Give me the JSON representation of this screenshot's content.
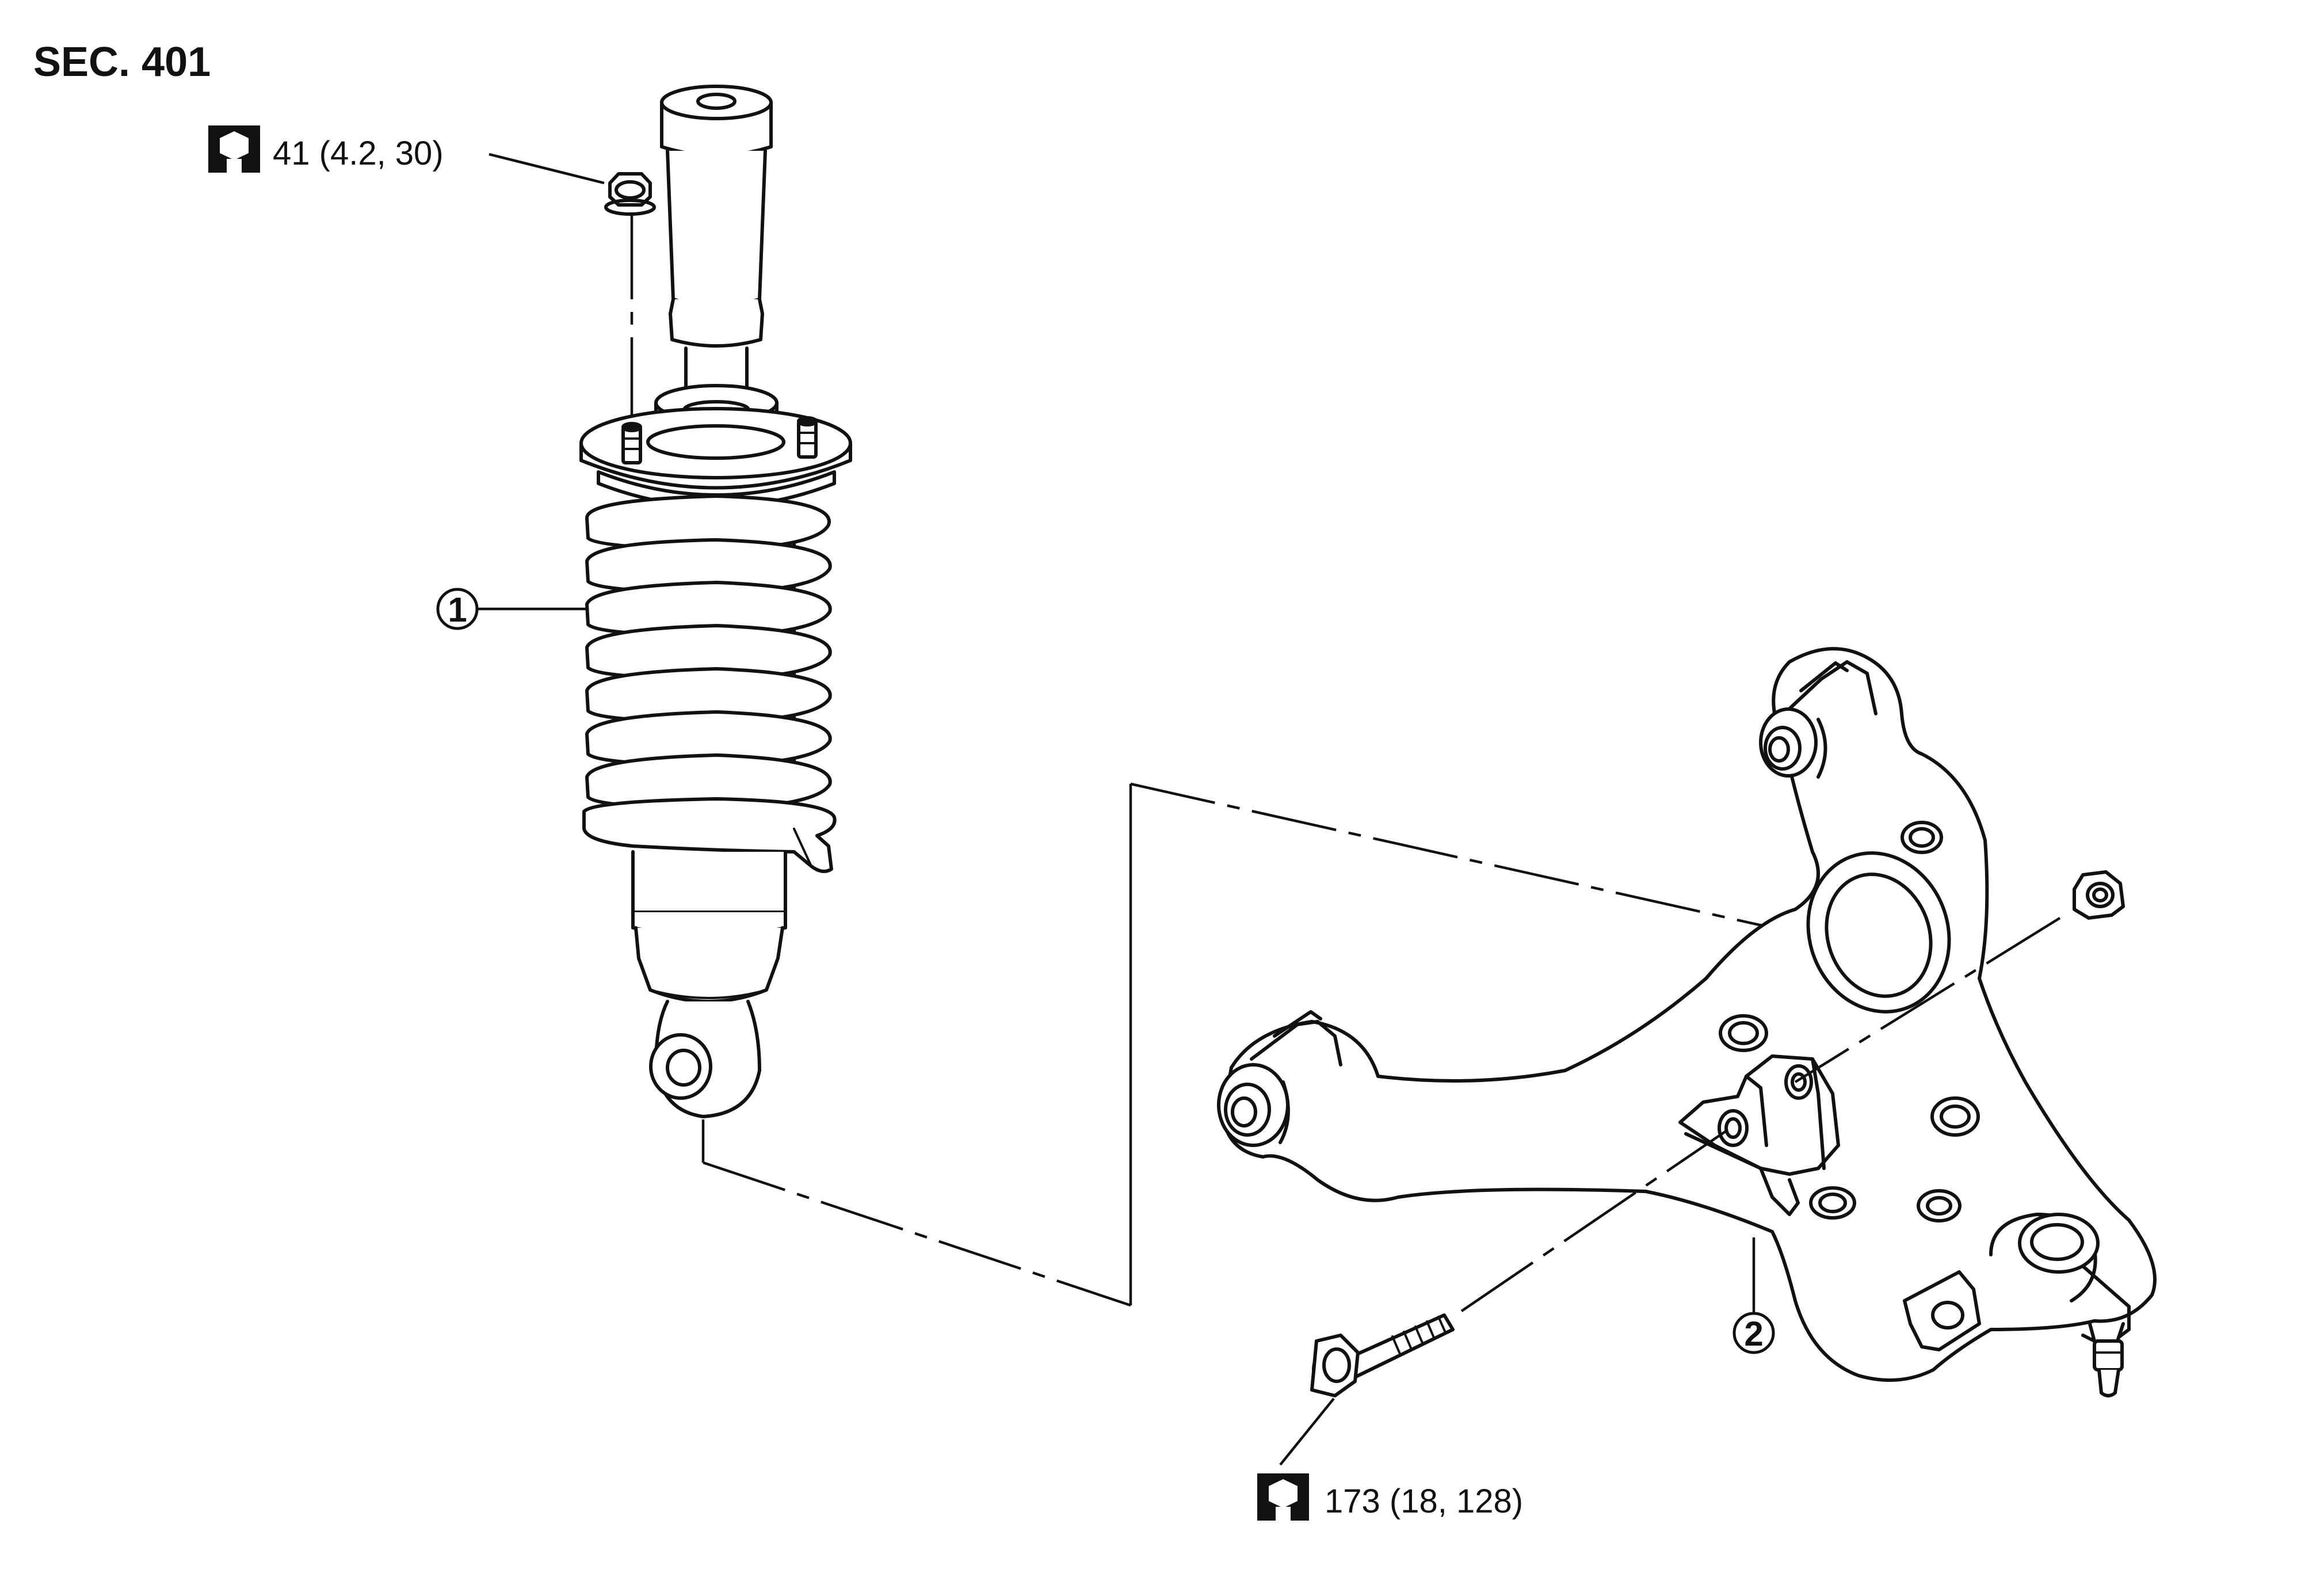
{
  "section_label": "SEC. 401",
  "torque_specs": {
    "upper_nut": {
      "icon": "torque-wrench-icon",
      "text": "41 (4.2, 30)"
    },
    "lower_bolt": {
      "icon": "torque-wrench-icon",
      "text": "173 (18, 128)"
    }
  },
  "callouts": [
    {
      "number": "1"
    },
    {
      "number": "2"
    }
  ]
}
